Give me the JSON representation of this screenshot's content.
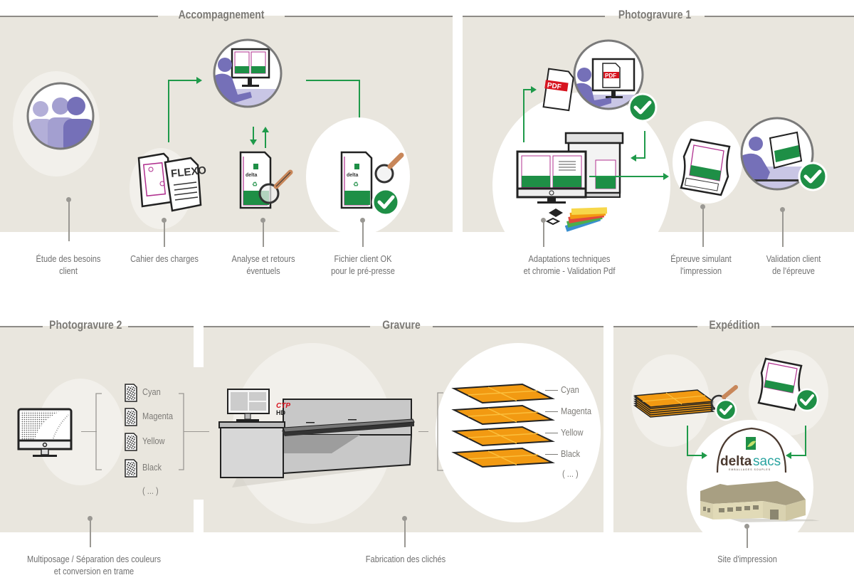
{
  "sections": {
    "accompagnement": {
      "title": "Accompagnement",
      "steps": [
        {
          "label_lines": [
            "Étude des besoins",
            "client"
          ],
          "icon": "users-group-icon"
        },
        {
          "label_lines": [
            "Cahier des charges"
          ],
          "icon": "flexo-documents-icon"
        },
        {
          "label_lines": [
            "Analyse et retours",
            "éventuels"
          ],
          "icon": "document-magnifier-icon"
        },
        {
          "label_lines": [
            "Fichier client OK",
            "pour le pré-presse"
          ],
          "icon": "document-approved-icon"
        }
      ],
      "center_icon": "operator-computer-icon"
    },
    "photogravure1": {
      "title": "Photogravure 1",
      "pdf_label": "PDF",
      "steps": [
        {
          "label_lines": [
            "Adaptations techniques",
            "et chromie - Validation Pdf"
          ],
          "icon": "workstation-pantone-icon"
        },
        {
          "label_lines": [
            "Épreuve simulant",
            "l'impression"
          ],
          "icon": "proof-sheet-icon"
        },
        {
          "label_lines": [
            "Validation client",
            "de l'épreuve"
          ],
          "icon": "client-validation-icon"
        }
      ]
    },
    "photogravure2": {
      "title": "Photogravure 2",
      "separations": [
        "Cyan",
        "Magenta",
        "Yellow",
        "Black"
      ],
      "more": "( ... )",
      "steps": [
        {
          "label_lines": [
            "Multiposage / Séparation des couleurs",
            "et conversion en trame"
          ],
          "icon": "monitor-halftone-icon"
        }
      ]
    },
    "gravure": {
      "title": "Gravure",
      "machine_brand": "CTP",
      "machine_model": "HD",
      "plates": [
        "Cyan",
        "Magenta",
        "Yellow",
        "Black"
      ],
      "more": "( ... )",
      "steps": [
        {
          "label_lines": [
            "Fabrication des clichés"
          ],
          "icon": "ctp-machine-icon"
        }
      ]
    },
    "expedition": {
      "title": "Expédition",
      "brand_name_bold": "delta",
      "brand_name_light": "sacs",
      "brand_tagline": "EMBALLAGES SOUPLES",
      "steps": [
        {
          "label_lines": [
            "Site d'impression"
          ],
          "icon": "factory-building-icon"
        }
      ]
    }
  },
  "colors": {
    "panel": "#e9e6de",
    "accent_green": "#1e8f46",
    "arrow_green": "#1f9a4a",
    "user_purple": "#7570b8",
    "user_purple_light": "#b3afd8",
    "plate_orange": "#f29a12",
    "magenta": "#b0308f",
    "pdf_red": "#d7141f",
    "text_gray": "#6f6f6f"
  }
}
